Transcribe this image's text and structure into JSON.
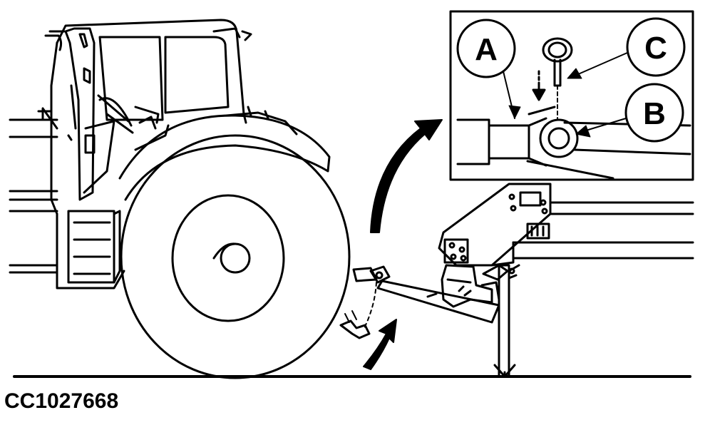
{
  "figure_id": "CC1027668",
  "callouts": {
    "a": "A",
    "b": "B",
    "c": "C"
  },
  "colors": {
    "ink": "#000000",
    "paper": "#ffffff"
  }
}
